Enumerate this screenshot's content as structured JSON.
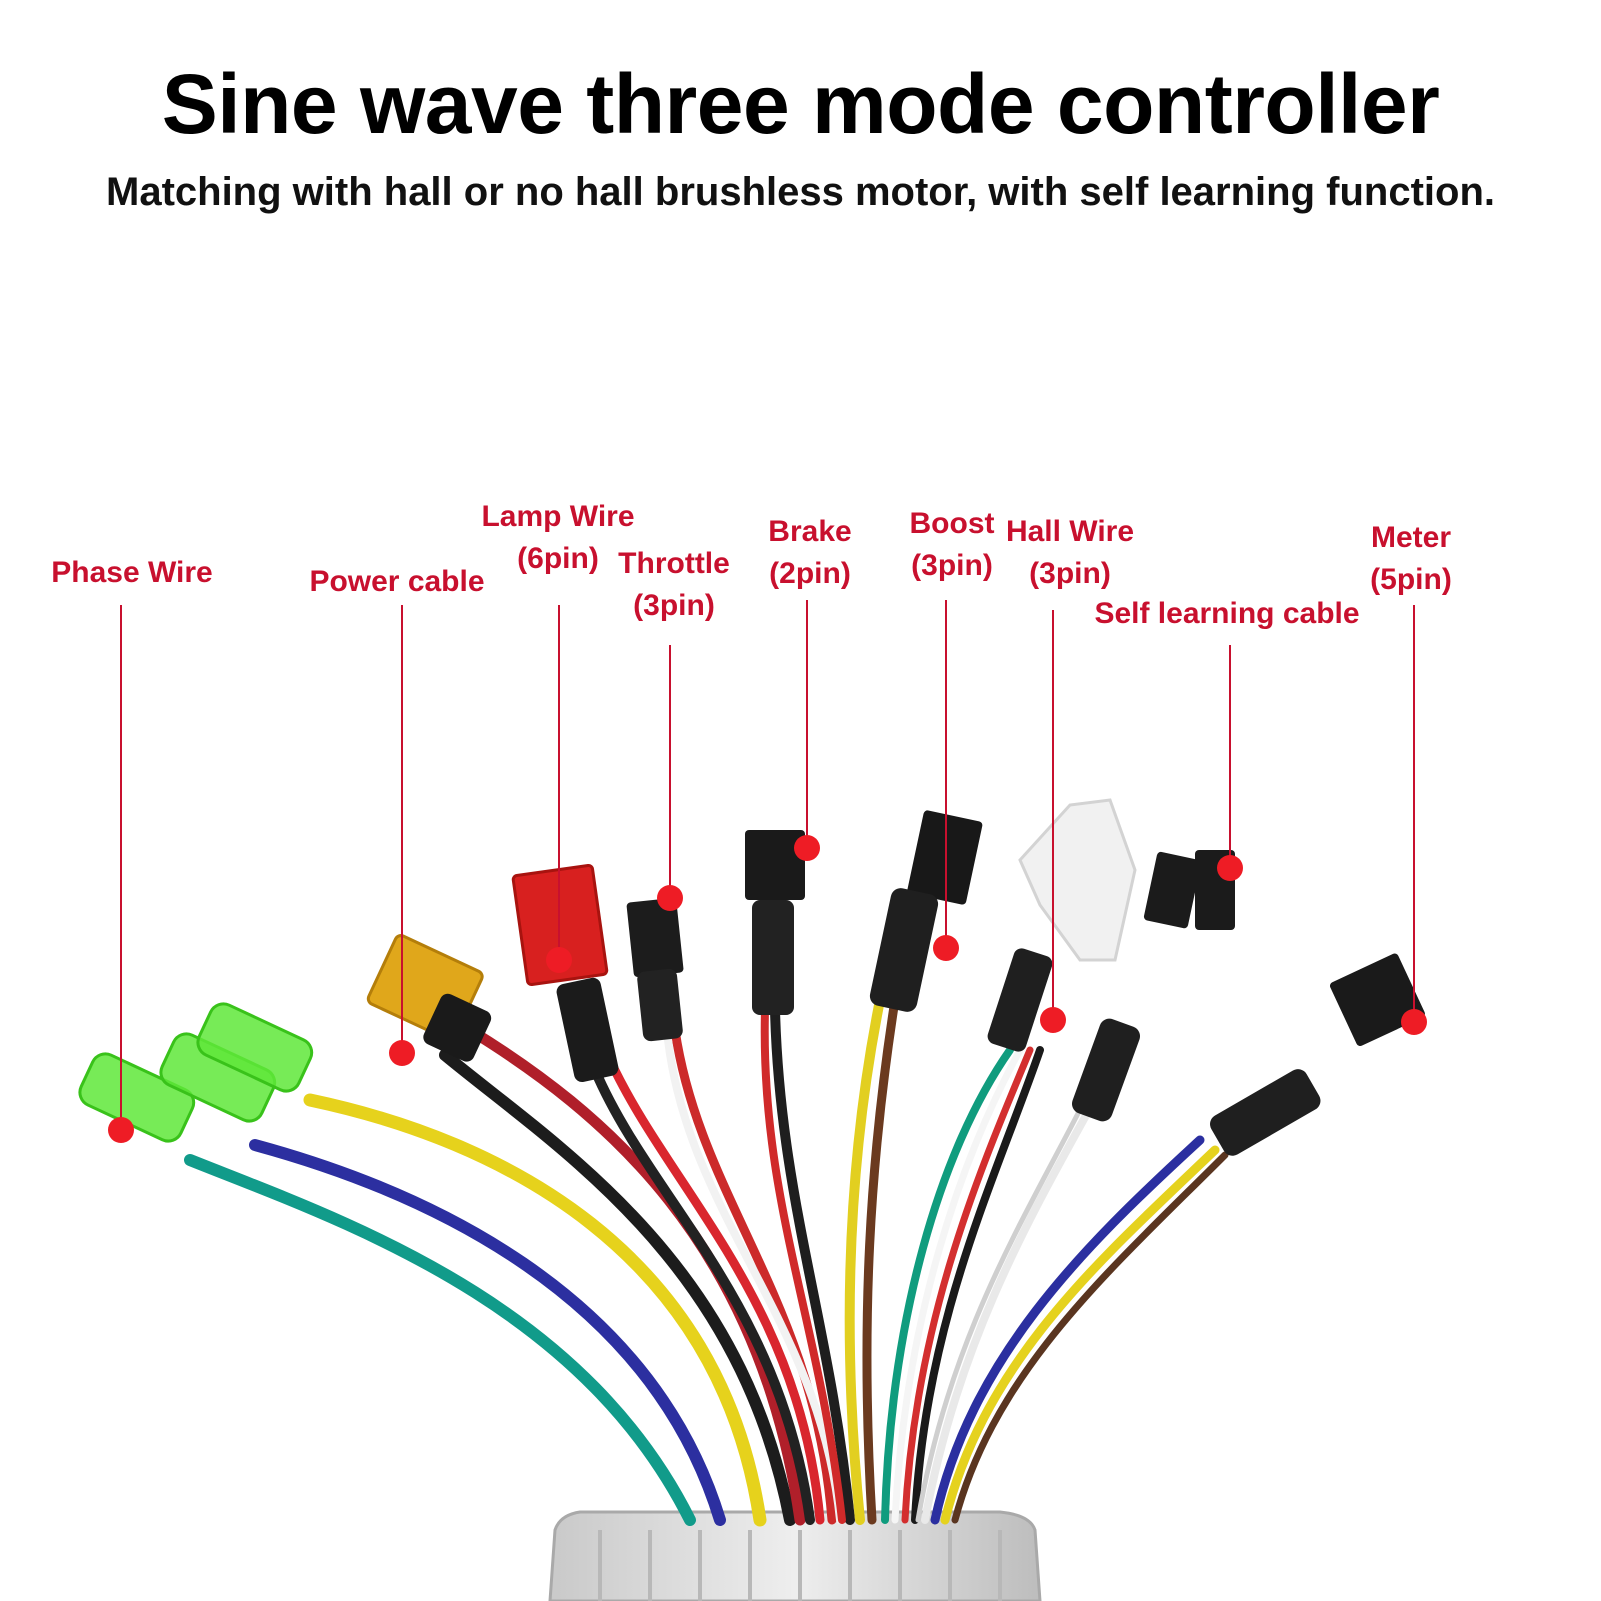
{
  "title": "Sine wave three mode controller",
  "subtitle": "Matching with hall or no hall brushless motor, with self learning function.",
  "colors": {
    "label_red": "#c8102e",
    "marker_red": "#ee1c25",
    "title_black": "#000000"
  },
  "labels": {
    "phase_wire": [
      "Phase Wire"
    ],
    "power_cable": [
      "Power cable"
    ],
    "lamp_wire": [
      "Lamp Wire",
      "(6pin)"
    ],
    "throttle": [
      "Throttle",
      "(3pin)"
    ],
    "brake": [
      "Brake",
      "(2pin)"
    ],
    "boost": [
      "Boost",
      "(3pin)"
    ],
    "hall_wire": [
      "Hall Wire",
      "(3pin)"
    ],
    "self_learning": [
      "Self learning cable"
    ],
    "meter": [
      "Meter",
      "(5pin)"
    ]
  }
}
